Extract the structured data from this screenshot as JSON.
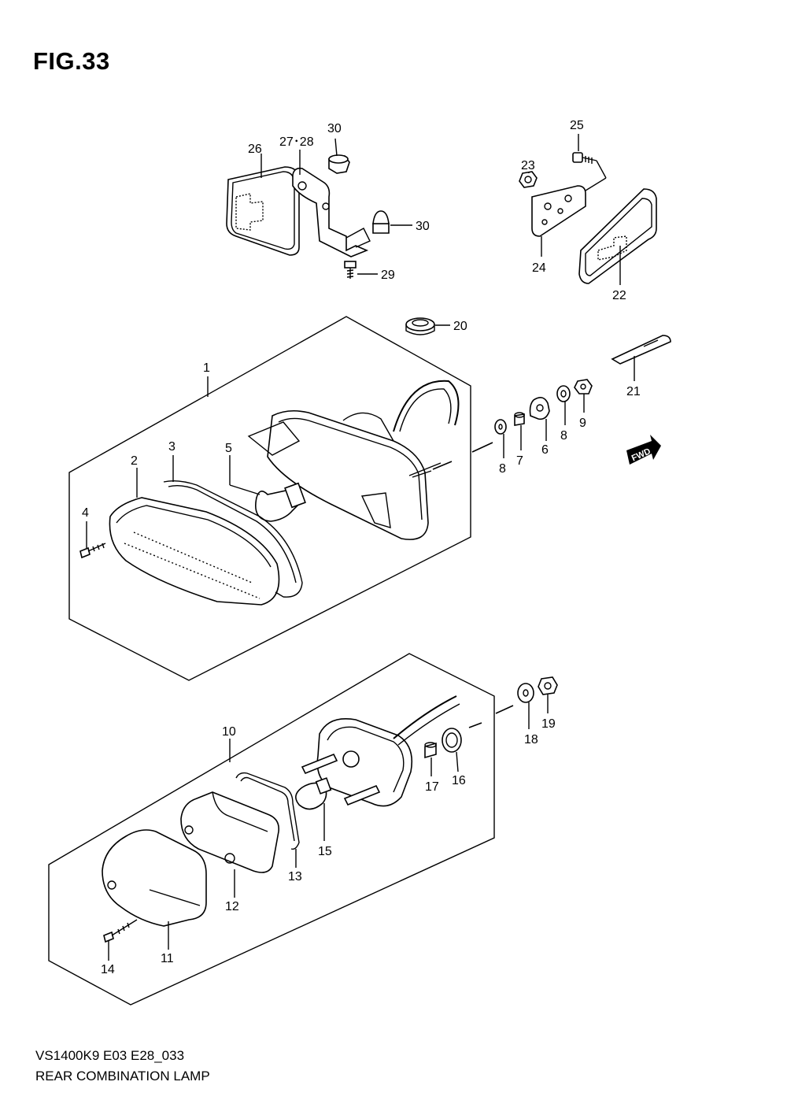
{
  "figure": {
    "title": "FIG.33",
    "model_code": "VS1400K9 E03 E28_033",
    "name": "REAR COMBINATION LAMP"
  },
  "callouts": [
    {
      "id": "c1",
      "text": "1"
    },
    {
      "id": "c2",
      "text": "2"
    },
    {
      "id": "c3",
      "text": "3"
    },
    {
      "id": "c4",
      "text": "4"
    },
    {
      "id": "c5",
      "text": "5"
    },
    {
      "id": "c6",
      "text": "6"
    },
    {
      "id": "c7",
      "text": "7"
    },
    {
      "id": "c8a",
      "text": "8"
    },
    {
      "id": "c8b",
      "text": "8"
    },
    {
      "id": "c9",
      "text": "9"
    },
    {
      "id": "c10",
      "text": "10"
    },
    {
      "id": "c11",
      "text": "11"
    },
    {
      "id": "c12",
      "text": "12"
    },
    {
      "id": "c13",
      "text": "13"
    },
    {
      "id": "c14",
      "text": "14"
    },
    {
      "id": "c15",
      "text": "15"
    },
    {
      "id": "c16",
      "text": "16"
    },
    {
      "id": "c17",
      "text": "17"
    },
    {
      "id": "c18",
      "text": "18"
    },
    {
      "id": "c19",
      "text": "19"
    },
    {
      "id": "c20",
      "text": "20"
    },
    {
      "id": "c21",
      "text": "21"
    },
    {
      "id": "c22",
      "text": "22"
    },
    {
      "id": "c23",
      "text": "23"
    },
    {
      "id": "c24",
      "text": "24"
    },
    {
      "id": "c25",
      "text": "25"
    },
    {
      "id": "c26",
      "text": "26"
    },
    {
      "id": "c2728",
      "text": "27･28"
    },
    {
      "id": "c29",
      "text": "29"
    },
    {
      "id": "c30a",
      "text": "30"
    },
    {
      "id": "c30b",
      "text": "30"
    }
  ],
  "fwd_badge": "FWD"
}
